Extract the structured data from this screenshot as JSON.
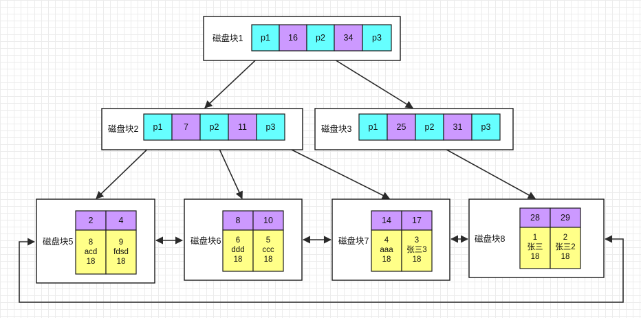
{
  "colors": {
    "pointer_cell": "#66ffff",
    "key_cell": "#cc99ff",
    "data_cell": "#ffff88",
    "line": "#2a2a2a"
  },
  "blocks": {
    "b1": {
      "label": "磁盘块1",
      "cells": [
        "p1",
        "16",
        "p2",
        "34",
        "p3"
      ]
    },
    "b2": {
      "label": "磁盘块2",
      "cells": [
        "p1",
        "7",
        "p2",
        "11",
        "p3"
      ]
    },
    "b3": {
      "label": "磁盘块3",
      "cells": [
        "p1",
        "25",
        "p2",
        "31",
        "p3"
      ]
    },
    "b5": {
      "label": "磁盘块5",
      "keys": [
        "2",
        "4"
      ],
      "rows": [
        [
          "8",
          "acd",
          "18"
        ],
        [
          "9",
          "fdsd",
          "18"
        ]
      ]
    },
    "b6": {
      "label": "磁盘块6",
      "keys": [
        "8",
        "10"
      ],
      "rows": [
        [
          "6",
          "ddd",
          "18"
        ],
        [
          "5",
          "ccc",
          "18"
        ]
      ]
    },
    "b7": {
      "label": "磁盘块7",
      "keys": [
        "14",
        "17"
      ],
      "rows": [
        [
          "4",
          "aaa",
          "18"
        ],
        [
          "3",
          "张三3",
          "18"
        ]
      ]
    },
    "b8": {
      "label": "磁盘块8",
      "keys": [
        "28",
        "29"
      ],
      "rows": [
        [
          "1",
          "张三",
          "18"
        ],
        [
          "2",
          "张三2",
          "18"
        ]
      ]
    }
  }
}
